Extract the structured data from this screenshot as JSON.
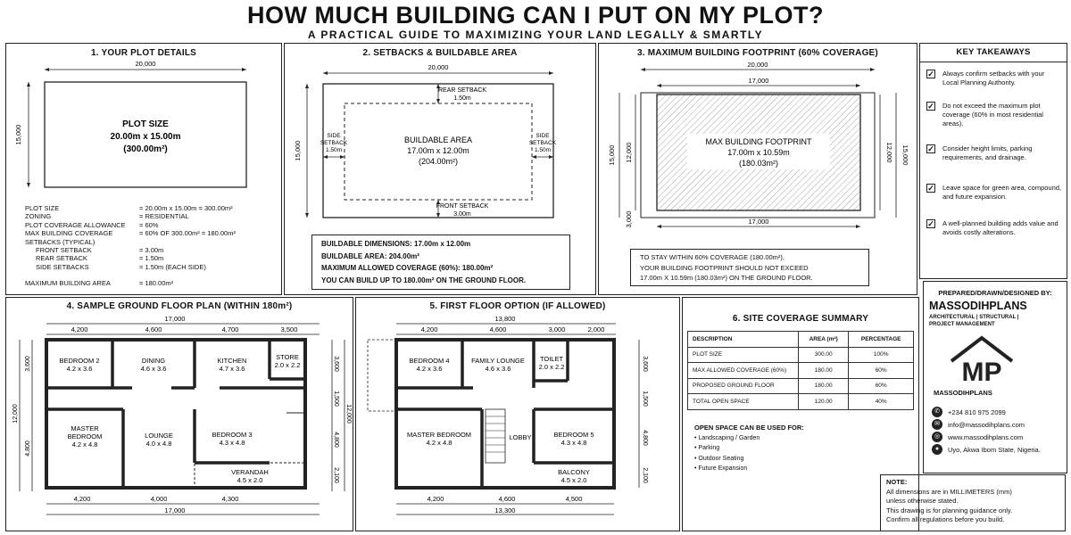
{
  "header": {
    "title": "HOW MUCH BUILDING CAN I PUT ON MY PLOT?",
    "subtitle": "A PRACTICAL GUIDE TO MAXIMIZING YOUR LAND LEGALLY & SMARTLY"
  },
  "panel1": {
    "title": "1. YOUR PLOT DETAILS",
    "dim_top": "20,000",
    "dim_left": "15,000",
    "label": "PLOT SIZE",
    "size": "20.00m x 15.00m",
    "area": "(300.00m²)",
    "specs": [
      {
        "k": "PLOT SIZE",
        "v": "= 20.00m x 15.00m = 300.00m²",
        "indent": false
      },
      {
        "k": "ZONING",
        "v": "= RESIDENTIAL",
        "indent": false
      },
      {
        "k": "PLOT COVERAGE ALLOWANCE",
        "v": "= 60%",
        "indent": false
      },
      {
        "k": "MAX BUILDING COVERAGE",
        "v": "= 60% OF 300.00m² = 180.00m²",
        "indent": false
      },
      {
        "k": "SETBACKS (TYPICAL)",
        "v": "",
        "indent": false
      },
      {
        "k": "FRONT SETBACK",
        "v": "= 3.00m",
        "indent": true
      },
      {
        "k": "REAR SETBACK",
        "v": "= 1.50m",
        "indent": true
      },
      {
        "k": "SIDE SETBACKS",
        "v": "= 1.50m (EACH SIDE)",
        "indent": true
      }
    ],
    "max_area_k": "MAXIMUM BUILDING AREA",
    "max_area_v": "= 180.00m²"
  },
  "panel2": {
    "title": "2. SETBACKS & BUILDABLE AREA",
    "dim_top": "20,000",
    "dim_left": "15,000",
    "rear_label": "REAR SETBACK",
    "rear_val": "1.50m",
    "front_label": "FRONT SETBACK",
    "front_val": "3.00m",
    "side_l1": "SIDE",
    "side_l2": "SETBACK",
    "side_val": "1.50m",
    "label": "BUILDABLE AREA",
    "size": "17.00m x 12.00m",
    "area": "(204.00m²)",
    "notes": [
      "BUILDABLE DIMENSIONS:  17.00m x 12.00m",
      "BUILDABLE AREA:  204.00m²",
      "MAXIMUM ALLOWED COVERAGE (60%):  180.00m²",
      "YOU CAN BUILD UP TO  180.00m² ON THE GROUND FLOOR."
    ]
  },
  "panel3": {
    "title": "3. MAXIMUM BUILDING FOOTPRINT (60% COVERAGE)",
    "dim_top1": "20,000",
    "dim_top2": "17,000",
    "dim_bottom": "17,000",
    "dim_left1": "15,000",
    "dim_left2": "12,000",
    "dim_left3": "3,000",
    "dim_right1": "12,000",
    "dim_right2": "15,000",
    "label": "MAX BUILDING FOOTPRINT",
    "size": "17.00m x 10.59m",
    "area": "(180.03m²)",
    "note": [
      "TO STAY WITHIN 60% COVERAGE (180.00m²),",
      "YOUR BUILDING FOOTPRINT SHOULD NOT EXCEED",
      "17.00m X 10.59m (180.03m²) ON THE GROUND FLOOR."
    ]
  },
  "takeaways": {
    "title": "KEY TAKEAWAYS",
    "items": [
      "Always confirm setbacks with your Local Planning Authority.",
      "Do not exceed the maximum plot coverage (60% in most residential areas).",
      "Consider height limits, parking requirements, and drainage.",
      "Leave space for green area, compound, and future expansion.",
      "A well-planned building adds value and avoids costly alterations."
    ]
  },
  "panel4": {
    "title": "4. SAMPLE GROUND FLOOR PLAN (WITHIN 180m²)",
    "dim_top_total": "17,000",
    "dim_top": [
      "4,200",
      "4,600",
      "4,700",
      "3,500"
    ],
    "dim_bottom": [
      "4,200",
      "4,000",
      "4,300"
    ],
    "dim_bottom_total": "17,000",
    "dim_left": [
      "3,600",
      "12,000",
      "4,800"
    ],
    "rooms": [
      {
        "name": "BEDROOM 2",
        "size": "4.2 x 3.6"
      },
      {
        "name": "DINING",
        "size": "4.6 x 3.6"
      },
      {
        "name": "KITCHEN",
        "size": "4.7 x 3.6"
      },
      {
        "name": "STORE",
        "size": "2.0 x 2.2"
      },
      {
        "name": "MASTER BEDROOM",
        "size": "4.2 x 4.8"
      },
      {
        "name": "LOUNGE",
        "size": "4.0 x 4.8"
      },
      {
        "name": "BEDROOM 3",
        "size": "4.3 x 4.8"
      },
      {
        "name": "VERANDAH",
        "size": "4.5 x 2.0"
      }
    ],
    "dim_right": [
      "3,600",
      "1,500",
      "12,000",
      "4,800",
      "2,100"
    ]
  },
  "panel5": {
    "title": "5. FIRST FLOOR OPTION (IF ALLOWED)",
    "dim_top_total": "13,800",
    "dim_top": [
      "4,200",
      "4,600",
      "3,000",
      "2,000"
    ],
    "dim_bottom": [
      "4,200",
      "4,600",
      "4,500"
    ],
    "dim_bottom_total": "13,300",
    "rooms": [
      {
        "name": "BEDROOM 4",
        "size": "4.2 x 3.6"
      },
      {
        "name": "FAMILY LOUNGE",
        "size": "4.6 x 3.6"
      },
      {
        "name": "TOILET",
        "size": "2.0 x 2.2"
      },
      {
        "name": "MASTER BEDROOM",
        "size": "4.2 x 4.8"
      },
      {
        "name": "LOBBY",
        "size": ""
      },
      {
        "name": "BEDROOM 5",
        "size": "4.3 x 4.8"
      },
      {
        "name": "BALCONY",
        "size": "4.5 x 2.0"
      }
    ],
    "dim_right": [
      "3,600",
      "1,500",
      "4,800",
      "2,100"
    ]
  },
  "panel6": {
    "title": "6. SITE COVERAGE SUMMARY",
    "headers": [
      "DESCRIPTION",
      "AREA (m²)",
      "PERCENTAGE"
    ],
    "rows": [
      [
        "PLOT SIZE",
        "300.00",
        "100%"
      ],
      [
        "MAX ALLOWED COVERAGE (60%)",
        "180.00",
        "60%"
      ],
      [
        "PROPOSED GROUND FLOOR",
        "180.00",
        "60%"
      ],
      [
        "TOTAL OPEN SPACE",
        "120.00",
        "40%"
      ]
    ],
    "open_title": "OPEN SPACE CAN BE USED FOR:",
    "open_items": [
      "Landscaping / Garden",
      "Parking",
      "Outdoor Seating",
      "Future Expansion"
    ]
  },
  "designer": {
    "prepared": "PREPARED/DRAWN/DESIGNED BY:",
    "name": "MASSODIHPLANS",
    "tagline": "ARCHITECTURAL | STRUCTURAL | PROJECT MANAGEMENT",
    "logo_text": "MP",
    "logo_name": "MASSODIHPLANS",
    "phone": "+234 810 975 2099",
    "email": "info@massodihplans.com",
    "web": "www.massodihplans.com",
    "address": "Uyo, Akwa Ibom State, Nigeria."
  },
  "note": {
    "title": "NOTE:",
    "lines": [
      "All dimensions are in MILLIMETERS (mm)",
      "unless otherwise stated.",
      "This drawing is for planning guidance only.",
      "Confirm all regulations before you build."
    ]
  }
}
